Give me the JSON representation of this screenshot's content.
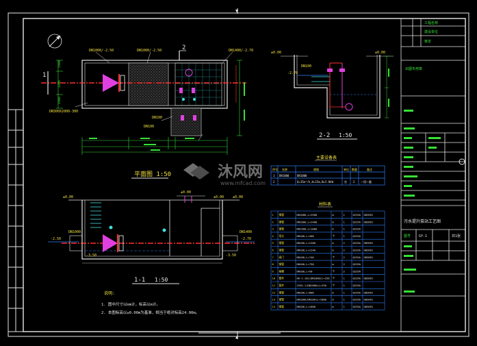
{
  "colors": {
    "background": "#000000",
    "frame": "#e8e8e8",
    "dimension": "#38e038",
    "pipe": "#ff3030",
    "pump": "#e040e0",
    "water": "#3080ff",
    "text": "#f0e040",
    "cyan": "#40e0e0"
  },
  "plan_view": {
    "title": "平面图 1:50",
    "section_mark_1": "1",
    "section_mark_2": "2",
    "pipe_in_label": "DN1000/-2.50",
    "pipe_top_label": "DN1000/-2.50",
    "pipe_right_label": "DN1400/-2.70",
    "dn_label_a": "DN100",
    "dn_label_b": "DN100",
    "dim_left_top": "1500",
    "dim_left_mid": "3200",
    "dim_left_bot": "1500",
    "cover_label": "DN300X2000-300"
  },
  "section_22": {
    "title": "2-2",
    "scale": "1:50",
    "elev_top_left": "±0.00",
    "elev_top_right": "±0.00",
    "elev_mid": "-2.70",
    "pipe_label": "DN100"
  },
  "section_11": {
    "title": "1-1",
    "scale": "1:50",
    "elev_left": "±0.00",
    "elev_mid": "±0.00",
    "elev_right": "±0.00",
    "elev_far_right": "±0.00",
    "water_left": "-2.50",
    "water_right": "-2.70",
    "bottom_left": "-3.50",
    "bottom_right": "-3.50",
    "pipe_in": "DN1000",
    "pipe_out": "DN1400"
  },
  "notes": {
    "heading": "说明:",
    "lines": [
      "1. 图中尺寸以mm计，标高以m计。",
      "2. 本图标高以±0.00m为基准，相当于绝对标高24.00m。"
    ]
  },
  "equipment_table": {
    "title": "主要设备表",
    "headers": [
      "序号",
      "名称",
      "规格",
      "单位",
      "数量",
      "备注"
    ],
    "rows": [
      [
        "1",
        "DN1000",
        "DN1000",
        "",
        "",
        ""
      ],
      [
        "2",
        "",
        "Q=35m³/h,H=15m,N=5.0kW",
        "台",
        "2",
        "一用一备"
      ]
    ]
  },
  "material_table": {
    "title": "材料表",
    "rows": [
      [
        "1",
        "钢管",
        "DN1000,L=2500",
        "m",
        "1",
        "Q235A",
        "GB3091"
      ],
      [
        "2",
        "钢管",
        "DN1000,L=2400",
        "m",
        "1",
        "Q235A",
        "GB3091"
      ],
      [
        "3",
        "钢管",
        "DN1400,L=1000",
        "m",
        "1",
        "Q235A",
        ""
      ],
      [
        "4",
        "弯头",
        "DN100,L=300",
        "个",
        "1",
        "Q235A",
        ""
      ],
      [
        "5",
        "钢管",
        "DN100,L=1200",
        "m",
        "2",
        "Q235A",
        "GB3091"
      ],
      [
        "6",
        "钢管",
        "DN100,L=1240",
        "m",
        "2",
        "Q235A",
        "GB3091"
      ],
      [
        "7",
        "阀门",
        "DN100,L=740",
        "个",
        "2",
        "Q235A",
        "GB3091"
      ],
      [
        "8",
        "钢管",
        "DN100,L=750",
        "m",
        "2",
        "Q235A",
        ""
      ],
      [
        "9",
        "格栅",
        "DN100,L=50",
        "个",
        "2",
        "Q235A",
        ""
      ],
      [
        "10",
        "管件",
        "HA-1-101(DN1000)L=250",
        "个",
        "1",
        "Q235A",
        "GB3091"
      ],
      [
        "11",
        "管件",
        "2SGS-1(DN1000)L=250",
        "个",
        "1",
        "Q235A",
        ""
      ],
      [
        "12",
        "钢管",
        "DN100,L=800",
        "m",
        "1",
        "Q235A",
        "GB3091"
      ],
      [
        "13",
        "钢管",
        "DN1000(DN100)L=1000",
        "m",
        "1",
        "Q235A",
        "GB3091"
      ],
      [
        "14",
        "钢管",
        "DN100,L=1000",
        "m",
        "1",
        "Q235A",
        "GB3091"
      ]
    ]
  },
  "title_block": {
    "row1_a": "工程名称",
    "row1_b": "建设单位",
    "row1_c": "审定",
    "stamp_label": "出图专用章",
    "project_name": "污水提升泵站工艺图",
    "drawing_no_label": "图号",
    "drawing_no": "GY-1",
    "sheet": "共1张"
  },
  "watermark": {
    "brand": "沐风网",
    "url": "www.mfcad.com"
  }
}
